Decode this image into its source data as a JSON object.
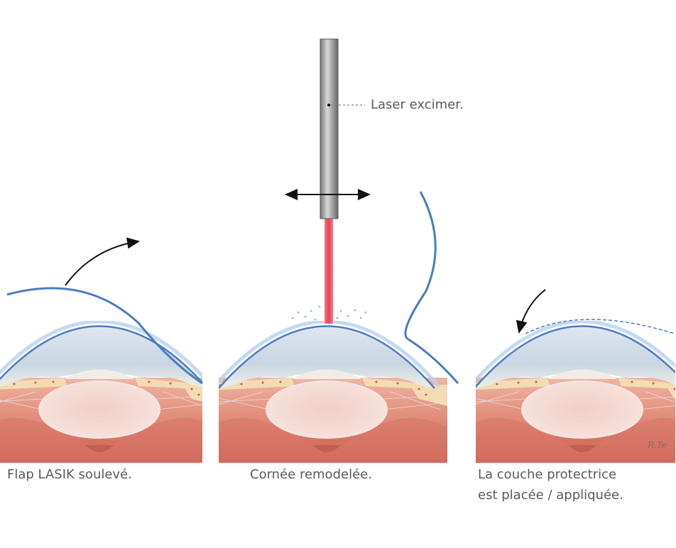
{
  "labels": {
    "laser": "Laser excimer.",
    "panel1": "Flap LASIK soulevé.",
    "panel2": "Cornée remodelée.",
    "panel3_line1": "La couche protectrice",
    "panel3_line2": "est placée / appliquée."
  },
  "signature": "R.Te",
  "colors": {
    "outline_blue": "#4a7cc4",
    "beam_red": "#e8405a",
    "text": "#5a5a5a"
  }
}
